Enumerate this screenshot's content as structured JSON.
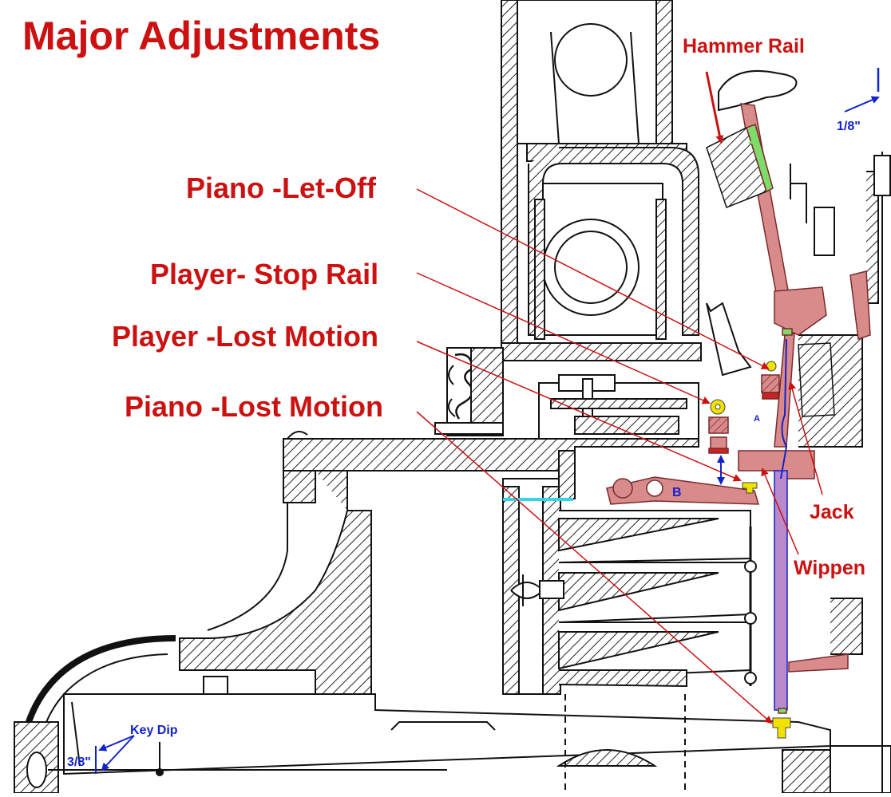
{
  "title": "Major Adjustments",
  "labels": {
    "hammer_rail": "Hammer Rail",
    "piano_let_off": "Piano -Let-Off",
    "player_stop_rail": "Player- Stop Rail",
    "player_lost_motion": "Player -Lost Motion",
    "piano_lost_motion": "Piano -Lost Motion",
    "jack": "Jack",
    "wippen": "Wippen",
    "key_dip": "Key Dip",
    "key_dip_measure": "3/8\"",
    "hammer_gap_measure": "1/8\"",
    "marker_a": "A",
    "marker_b": "B"
  },
  "colors": {
    "label_red": "#cc1111",
    "measure_blue": "#1122cc",
    "action_part": "#d98a8a",
    "felt_green": "#7fdc6a",
    "cyan_line": "#33d6e6",
    "yellow_part": "#f2e200",
    "ink": "#111111"
  }
}
